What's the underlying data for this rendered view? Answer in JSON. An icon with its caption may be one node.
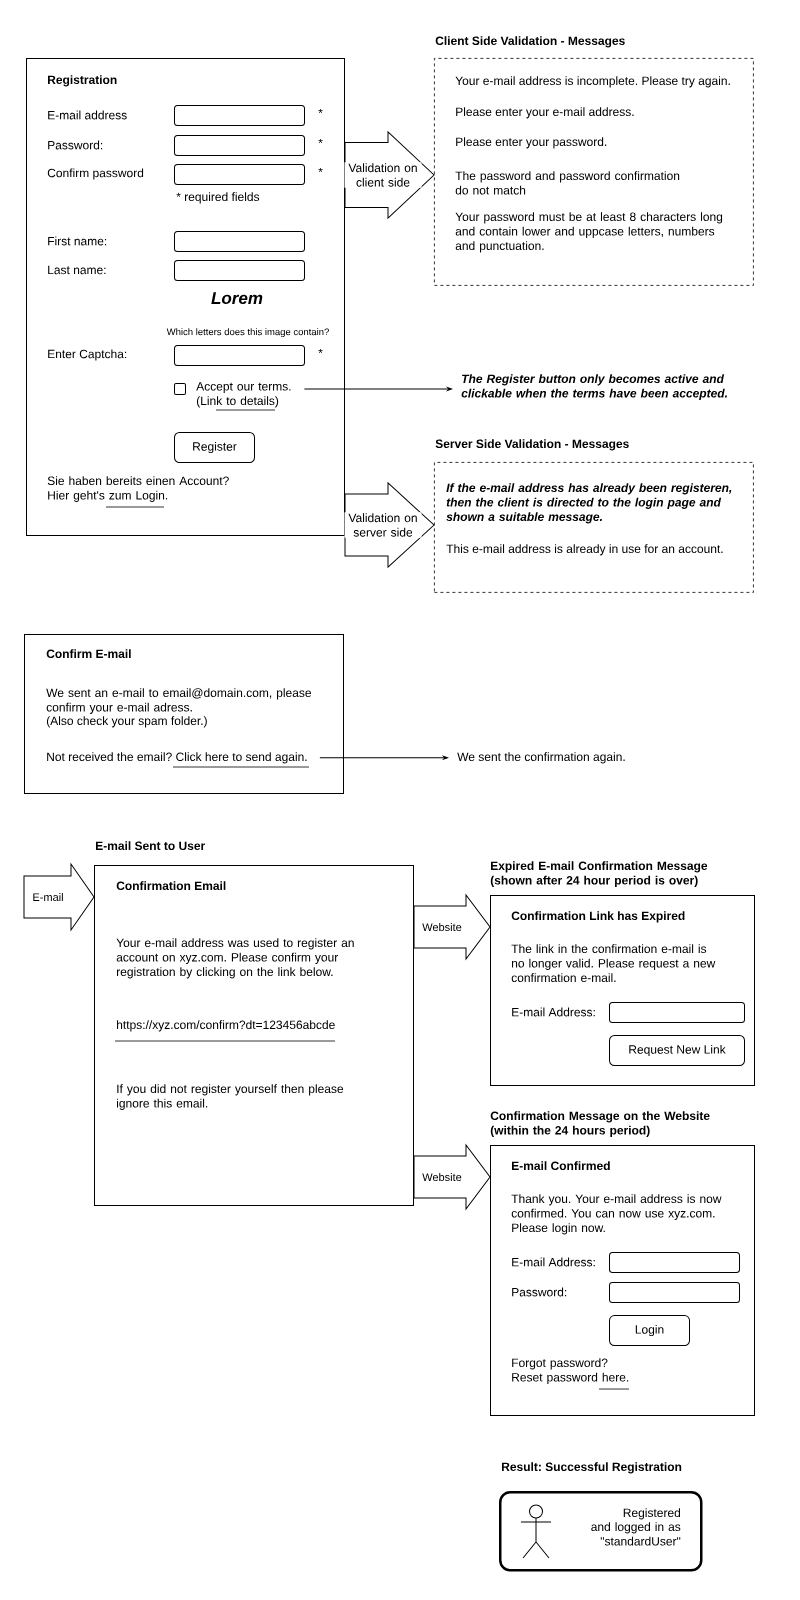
{
  "diagram": {
    "nodes": [
      {
        "text": [
          "Registration",
          "* required fields",
          "Lorem",
          "Which letters does this image contain?",
          "Sie haben bereits einen Account? Hier geht's zum Login."
        ]
      },
      {
        "text": [],
        "shape": "box",
        "in": 0,
        "beside": [
          "*"
        ]
      },
      {
        "text": [],
        "shape": "box",
        "in": 0,
        "beside": [
          "*"
        ]
      },
      {
        "text": [],
        "shape": "box",
        "in": 0,
        "beside": [
          "*"
        ]
      },
      {
        "text": [],
        "shape": "box",
        "in": 0
      },
      {
        "text": [],
        "shape": "box",
        "in": 0
      },
      {
        "text": [],
        "shape": "box",
        "in": 0,
        "beside": [
          "*"
        ]
      },
      {
        "text": [],
        "shape": "box",
        "in": 0
      },
      {
        "text": [
          "Accept our terms. (Link to details)"
        ],
        "in": 0
      },
      {
        "text": [
          "Register"
        ],
        "in": 0
      },
      {
        "text": [
          "Client Side Validation - Messages",
          "Your e-mail address is incomplete. Please try again.",
          "Please enter your e-mail address.",
          "Please enter your password.",
          "The password and password confirmation do not match",
          "Your password must be at least 8 characters long and contain lower and uppcase letters, numbers and punctuation."
        ]
      },
      {
        "text": [
          "The Register button only becomes active and clickable when the terms have been accepted."
        ]
      },
      {
        "text": [
          "Server Side Validation - Messages",
          "If the e-mail address has already been registeren, then the client is directed to the login page and shown a suitable message.",
          "This e-mail address is already in use for an account."
        ]
      },
      {
        "text": [
          "Confirm E-mail",
          "We sent an e-mail to email@domain.com, please confirm your e-mail adress.",
          "(Also check your spam folder.)"
        ]
      },
      {
        "text": [
          "Not received the email? Click here to send again."
        ],
        "in": 13
      },
      {
        "text": [
          "We sent the confirmation again."
        ]
      },
      {
        "text": [
          "E-mail Sent to User",
          "Confirmation Email",
          "Your e-mail address was used to register an account on xyz.com. Please confirm your registration by clicking on the link below.",
          "https://xyz.com/confirm?dt=123456abcde",
          "If you did not register yourself then please ignore this email."
        ]
      },
      {
        "text": [
          "Expired E-mail Confirmation Message (shown after 24 hour period is over)",
          "Confirmation Link has Expired",
          "The link in the confirmation e-mail is no longer valid. Please request a new confirmation e-mail."
        ]
      },
      {
        "text": [],
        "shape": "box",
        "in": 17
      },
      {
        "text": [
          "Request New Link"
        ],
        "in": 17
      },
      {
        "text": [
          "Confirmation Message on the Website (within the 24 hours period)",
          "E-mail Confirmed",
          "Thank you. Your e-mail address is now confirmed. You can now use xyz.com. Please login now.",
          "Forgot password? Reset password here."
        ]
      },
      {
        "text": [],
        "shape": "box",
        "in": 20
      },
      {
        "text": [],
        "shape": "box",
        "in": 20
      },
      {
        "text": [
          "Login"
        ],
        "in": 20
      },
      {
        "text": [
          "Result: Successful Registration",
          "Registered",
          "and logged in as \"standardUser\""
        ]
      },
      {
        "text": [],
        "shape": "person",
        "in": 24
      }
    ],
    "edges": [
      {
        "from": 0,
        "to": 10,
        "arrow": "to",
        "label": "Validation on client side"
      },
      {
        "from": 0,
        "to": 12,
        "arrow": "to",
        "label": "Validation on server side"
      },
      {
        "from": 8,
        "to": 11,
        "arrow": "to"
      },
      {
        "from": 14,
        "to": 15,
        "arrow": "to"
      },
      {
        "from": null,
        "to": 16,
        "arrow": "to",
        "label": "E-mail"
      },
      {
        "from": 16,
        "to": 17,
        "arrow": "to",
        "label": "Website"
      },
      {
        "from": 16,
        "to": 20,
        "arrow": "to",
        "label": "Website"
      }
    ],
    "labels": [
      "E-mail address",
      "Password:",
      "Confirm password",
      "First name:",
      "Last name:",
      "Enter Captcha:",
      "E-mail Address:",
      "E-mail Address:",
      "Password:"
    ]
  }
}
